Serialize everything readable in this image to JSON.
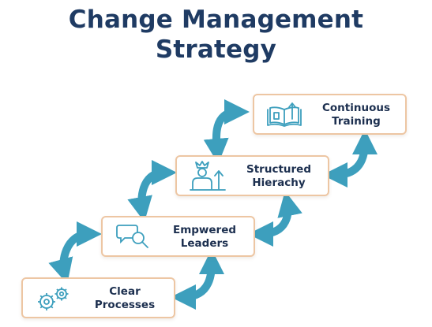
{
  "title": {
    "line1": "Change Management",
    "line2": "Strategy"
  },
  "steps": [
    {
      "line1": "Clear",
      "line2": "Processes",
      "icon": "gears-icon"
    },
    {
      "line1": "Empwered",
      "line2": "Leaders",
      "icon": "chat-search-icon"
    },
    {
      "line1": "Structured",
      "line2": "Hierachy",
      "icon": "crowned-person-growth-icon"
    },
    {
      "line1": "Continuous",
      "line2": "Training",
      "icon": "book-upload-icon"
    }
  ],
  "colors": {
    "title": "#1f3b63",
    "text": "#1c2f4f",
    "arrow": "#3d9fbd",
    "icon": "#3d9fbd",
    "card_border": "#edc6a3"
  }
}
